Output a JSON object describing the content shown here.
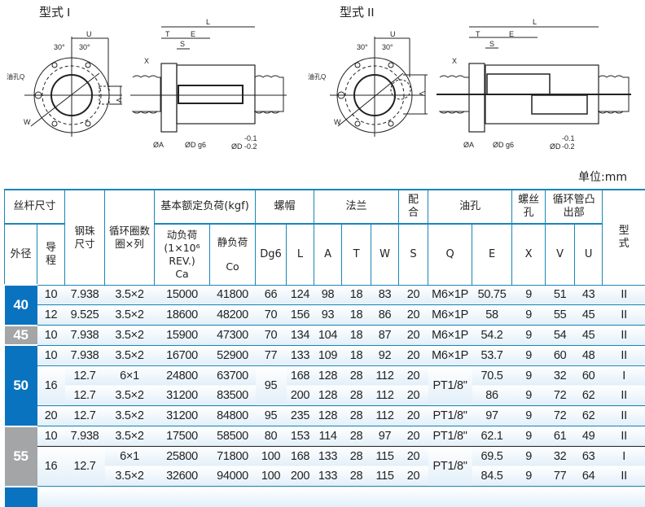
{
  "drawings": {
    "type1": {
      "title": "型式 I",
      "oil_hole": "油孔Q",
      "angle": "30°",
      "labels": {
        "U": "U",
        "V": "V",
        "W": "W",
        "L": "L",
        "T": "T",
        "E": "E",
        "S": "S",
        "X": "X",
        "A": "ØA",
        "Dg6": "ØD g6",
        "D": "ØD",
        "tol_top": "-0.1",
        "tol_bottom": "-0.2"
      }
    },
    "type2": {
      "title": "型式 II",
      "oil_hole": "油孔Q",
      "angle": "30°",
      "labels": {
        "U": "U",
        "V": "V",
        "W": "W",
        "L": "L",
        "T": "T",
        "E": "E",
        "S": "S",
        "X": "X",
        "A": "ØA",
        "Dg6": "ØD g6",
        "D": "ØD",
        "tol_top": "-0.1",
        "tol_bottom": "-0.2"
      }
    }
  },
  "unit": "单位:mm",
  "header": {
    "screw_size": "丝杆尺寸",
    "outer_dia": "外径",
    "lead": "导程",
    "ball": "钢珠尺寸",
    "circuits": "循环圈数圈×列",
    "load": "基本额定负荷(kgf)",
    "dynamic": "动负荷",
    "dynamic_note": "(1×10⁶ REV.)",
    "ca": "Ca",
    "static": "静负荷",
    "co": "Co",
    "nut": "螺帽",
    "dg6": "Dg6",
    "l": "L",
    "flange": "法兰",
    "a": "A",
    "t": "T",
    "w": "W",
    "fit": "配合",
    "s": "S",
    "oil": "油孔",
    "q": "Q",
    "e": "E",
    "screw_hole": "螺丝孔",
    "x": "X",
    "tube": "循环管凸出部",
    "v": "V",
    "u": "U",
    "type": "型式"
  },
  "groups": [
    {
      "diameter": "40",
      "color": "blue",
      "rows": [
        {
          "cells": [
            {
              "v": "10"
            },
            {
              "v": "7.938"
            },
            {
              "v": "3.5×2"
            },
            {
              "v": "15000"
            },
            {
              "v": "41800"
            },
            {
              "v": "66"
            },
            {
              "v": "124"
            },
            {
              "v": "98"
            },
            {
              "v": "18"
            },
            {
              "v": "83"
            },
            {
              "v": "20"
            },
            {
              "v": "M6×1P"
            },
            {
              "v": "50.75"
            },
            {
              "v": "9"
            },
            {
              "v": "51"
            },
            {
              "v": "43"
            },
            {
              "v": "II"
            }
          ]
        },
        {
          "cells": [
            {
              "v": "12"
            },
            {
              "v": "9.525"
            },
            {
              "v": "3.5×2"
            },
            {
              "v": "18600"
            },
            {
              "v": "48200"
            },
            {
              "v": "70"
            },
            {
              "v": "156"
            },
            {
              "v": "93"
            },
            {
              "v": "18"
            },
            {
              "v": "86"
            },
            {
              "v": "20"
            },
            {
              "v": "M6×1P"
            },
            {
              "v": "58"
            },
            {
              "v": "9"
            },
            {
              "v": "55"
            },
            {
              "v": "45"
            },
            {
              "v": "II"
            }
          ]
        }
      ]
    },
    {
      "diameter": "45",
      "color": "gray",
      "rows": [
        {
          "cells": [
            {
              "v": "10"
            },
            {
              "v": "7.938"
            },
            {
              "v": "3.5×2"
            },
            {
              "v": "15900"
            },
            {
              "v": "47300"
            },
            {
              "v": "70"
            },
            {
              "v": "134"
            },
            {
              "v": "104"
            },
            {
              "v": "18"
            },
            {
              "v": "87"
            },
            {
              "v": "20"
            },
            {
              "v": "M6×1P"
            },
            {
              "v": "54.2"
            },
            {
              "v": "9"
            },
            {
              "v": "54"
            },
            {
              "v": "45"
            },
            {
              "v": "II"
            }
          ]
        }
      ]
    },
    {
      "diameter": "50",
      "color": "blue",
      "rows": [
        {
          "cells": [
            {
              "v": "10"
            },
            {
              "v": "7.938"
            },
            {
              "v": "3.5×2"
            },
            {
              "v": "16700"
            },
            {
              "v": "52900"
            },
            {
              "v": "77"
            },
            {
              "v": "133"
            },
            {
              "v": "109"
            },
            {
              "v": "18"
            },
            {
              "v": "92"
            },
            {
              "v": "20"
            },
            {
              "v": "M6×1P"
            },
            {
              "v": "53.7"
            },
            {
              "v": "9"
            },
            {
              "v": "60"
            },
            {
              "v": "48"
            },
            {
              "v": "II"
            }
          ]
        },
        {
          "cells": [
            {
              "v": "16",
              "rs": 2
            },
            {
              "v": "12.7"
            },
            {
              "v": "6×1"
            },
            {
              "v": "24800"
            },
            {
              "v": "63700"
            },
            {
              "v": "95",
              "rs": 2
            },
            {
              "v": "168"
            },
            {
              "v": "128"
            },
            {
              "v": "28"
            },
            {
              "v": "112"
            },
            {
              "v": "20"
            },
            {
              "v": "PT1/8\"",
              "rs": 2
            },
            {
              "v": "70.5"
            },
            {
              "v": "9"
            },
            {
              "v": "32"
            },
            {
              "v": "60"
            },
            {
              "v": "I"
            }
          ]
        },
        {
          "joined": true,
          "cells": [
            null,
            {
              "v": "12.7"
            },
            {
              "v": "3.5×2"
            },
            {
              "v": "31200"
            },
            {
              "v": "83500"
            },
            null,
            {
              "v": "200"
            },
            {
              "v": "128"
            },
            {
              "v": "28"
            },
            {
              "v": "112"
            },
            {
              "v": "20"
            },
            null,
            {
              "v": "86"
            },
            {
              "v": "9"
            },
            {
              "v": "72"
            },
            {
              "v": "62"
            },
            {
              "v": "II"
            }
          ]
        },
        {
          "cells": [
            {
              "v": "20"
            },
            {
              "v": "12.7"
            },
            {
              "v": "3.5×2"
            },
            {
              "v": "31200"
            },
            {
              "v": "84800"
            },
            {
              "v": "95"
            },
            {
              "v": "235"
            },
            {
              "v": "128"
            },
            {
              "v": "28"
            },
            {
              "v": "112"
            },
            {
              "v": "20"
            },
            {
              "v": "PT1/8\""
            },
            {
              "v": "97"
            },
            {
              "v": "9"
            },
            {
              "v": "72"
            },
            {
              "v": "62"
            },
            {
              "v": "II"
            }
          ]
        }
      ]
    },
    {
      "diameter": "55",
      "color": "gray",
      "rows": [
        {
          "cells": [
            {
              "v": "10"
            },
            {
              "v": "7.938"
            },
            {
              "v": "3.5×2"
            },
            {
              "v": "17500"
            },
            {
              "v": "58500"
            },
            {
              "v": "80"
            },
            {
              "v": "153"
            },
            {
              "v": "114"
            },
            {
              "v": "28"
            },
            {
              "v": "97"
            },
            {
              "v": "20"
            },
            {
              "v": "PT1/8\""
            },
            {
              "v": "62.1"
            },
            {
              "v": "9"
            },
            {
              "v": "61"
            },
            {
              "v": "49"
            },
            {
              "v": "II"
            }
          ]
        },
        {
          "dark": true,
          "cells": [
            {
              "v": "16",
              "rs": 2
            },
            {
              "v": "12.7",
              "rs": 2
            },
            {
              "v": "6×1"
            },
            {
              "v": "25800"
            },
            {
              "v": "71800"
            },
            {
              "v": "100"
            },
            {
              "v": "168"
            },
            {
              "v": "133"
            },
            {
              "v": "28"
            },
            {
              "v": "115"
            },
            {
              "v": "20"
            },
            {
              "v": "PT1/8\"",
              "rs": 2
            },
            {
              "v": "69.5"
            },
            {
              "v": "9"
            },
            {
              "v": "32"
            },
            {
              "v": "63"
            },
            {
              "v": "I"
            }
          ]
        },
        {
          "joined": true,
          "cells": [
            null,
            null,
            {
              "v": "3.5×2"
            },
            {
              "v": "32600"
            },
            {
              "v": "94000"
            },
            {
              "v": "100"
            },
            {
              "v": "200"
            },
            {
              "v": "133"
            },
            {
              "v": "28"
            },
            {
              "v": "115"
            },
            {
              "v": "20"
            },
            null,
            {
              "v": "84.5"
            },
            {
              "v": "9"
            },
            {
              "v": "77"
            },
            {
              "v": "64"
            },
            {
              "v": "II"
            }
          ]
        }
      ]
    },
    {
      "diameter": "",
      "color": "blue",
      "rows": [
        {
          "cells": [
            {
              "v": ""
            },
            {
              "v": ""
            },
            {
              "v": ""
            },
            {
              "v": ""
            },
            {
              "v": ""
            },
            {
              "v": ""
            },
            {
              "v": ""
            },
            {
              "v": ""
            },
            {
              "v": ""
            },
            {
              "v": ""
            },
            {
              "v": ""
            },
            {
              "v": ""
            },
            {
              "v": ""
            },
            {
              "v": ""
            },
            {
              "v": ""
            },
            {
              "v": ""
            },
            {
              "v": ""
            }
          ]
        }
      ]
    }
  ]
}
